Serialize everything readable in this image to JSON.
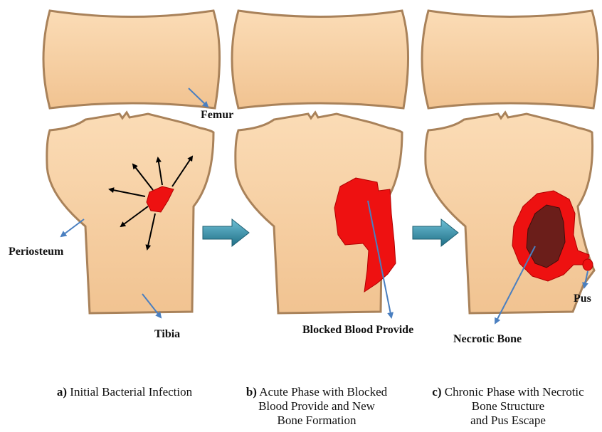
{
  "labels": {
    "femur": "Femur",
    "periosteum": "Periosteum",
    "tibia": "Tibia",
    "blocked": "Blocked Blood Provide",
    "necrotic": "Necrotic Bone",
    "pus": "Pus"
  },
  "captions": [
    {
      "letter": "a)",
      "lines": [
        "Initial Bacterial Infection"
      ]
    },
    {
      "letter": "b)",
      "lines": [
        "Acute Phase with Blocked",
        "Blood Provide and New",
        "Bone Formation"
      ]
    },
    {
      "letter": "c)",
      "lines": [
        "Chronic Phase with Necrotic",
        "Bone Structure",
        "and Pus Escape"
      ]
    }
  ],
  "colors": {
    "bone": "#f5c99b",
    "bone_edge": "#a9825a",
    "infection": "#ee1111",
    "necrotic": "#6b1e1a",
    "arrow": "#2a7f95",
    "pointer": "#4a7fc0"
  }
}
